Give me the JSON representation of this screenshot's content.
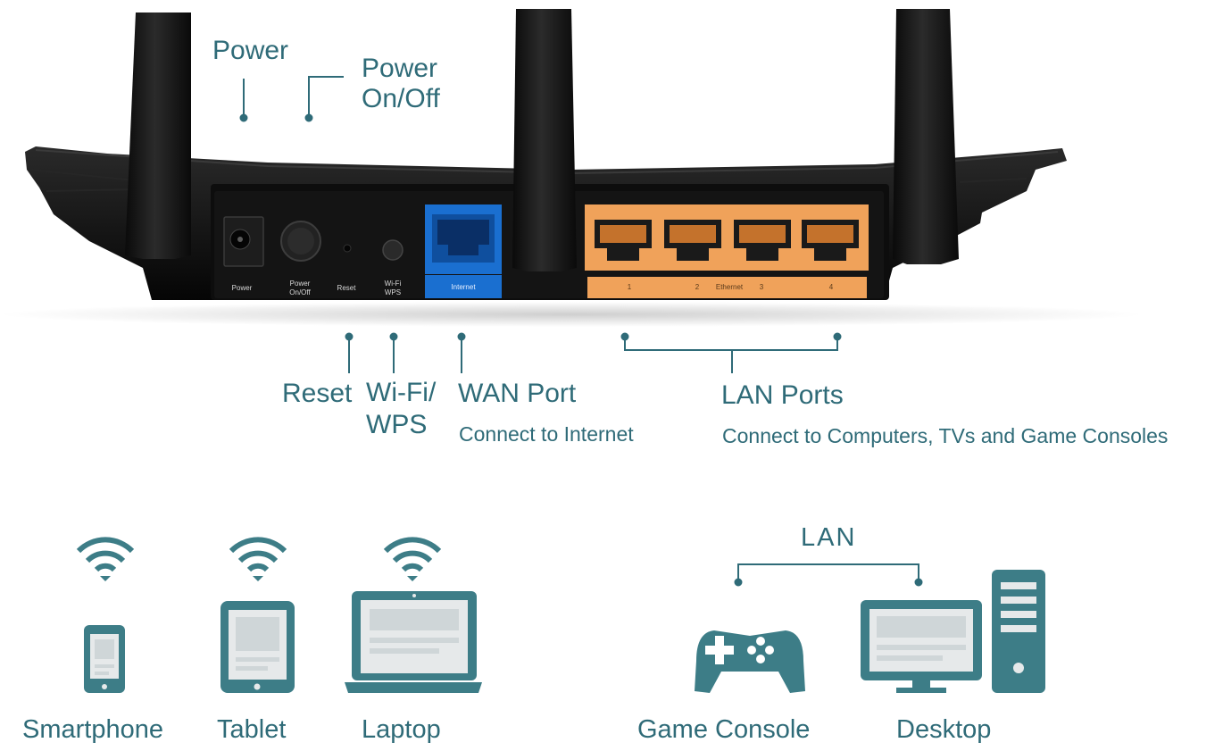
{
  "callouts": {
    "power": "Power",
    "power_onoff_1": "Power",
    "power_onoff_2": "On/Off",
    "reset": "Reset",
    "wifi_wps_1": "Wi-Fi/",
    "wifi_wps_2": "WPS",
    "wan": "WAN Port",
    "wan_sub": "Connect to Internet",
    "lan": "LAN Ports",
    "lan_sub": "Connect to Computers, TVs and Game Consoles"
  },
  "router_labels": {
    "power": "Power",
    "onoff_1": "Power",
    "onoff_2": "On/Off",
    "reset": "Reset",
    "wifi_1": "Wi-Fi",
    "wifi_2": "WPS",
    "internet": "Internet",
    "lan_1": "1",
    "lan_2": "2",
    "ethernet": "Ethernet",
    "lan_3": "3",
    "lan_4": "4"
  },
  "devices": {
    "smartphone": "Smartphone",
    "tablet": "Tablet",
    "laptop": "Laptop",
    "game_console": "Game Console",
    "desktop": "Desktop",
    "lan": "LAN"
  },
  "colors": {
    "accent": "#2f6b78",
    "icon": "#3d7d87",
    "router": "#111111",
    "wan_port": "#1a6fd0",
    "lan_panel": "#f0a25a"
  }
}
